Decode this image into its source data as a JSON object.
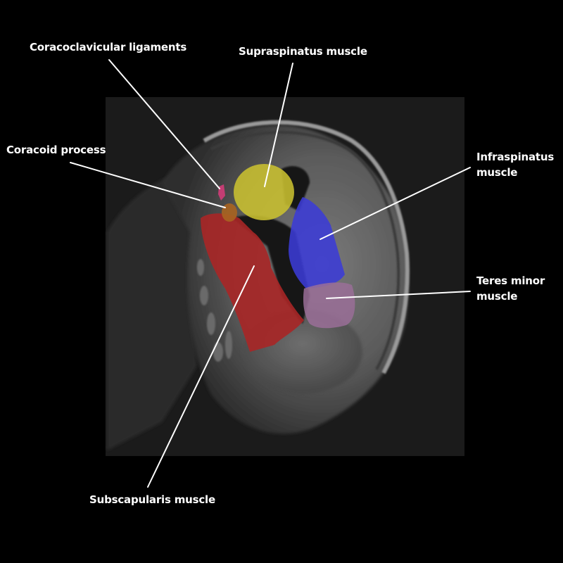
{
  "figure": {
    "title": "Sagittal shoulder MRI with rotator cuff structures",
    "labels": {
      "coracoclavicular": "Coracoclavicular ligaments",
      "supraspinatus": "Supraspinatus muscle",
      "coracoid": "Coracoid process",
      "infraspinatus_line1": "Infraspinatus",
      "infraspinatus_line2": "muscle",
      "teres_line1": "Teres minor",
      "teres_line2": "muscle",
      "subscapularis": "Subscapularis muscle"
    },
    "colors": {
      "supraspinatus": "#c9c030",
      "infraspinatus": "#3b3bd6",
      "teres_minor": "#9a6e98",
      "subscapularis": "#a82626",
      "coracoid": "#a86420",
      "coracoclavicular": "#d23c78",
      "background": "#000000",
      "mri_frame": "#1c1c1c"
    }
  }
}
